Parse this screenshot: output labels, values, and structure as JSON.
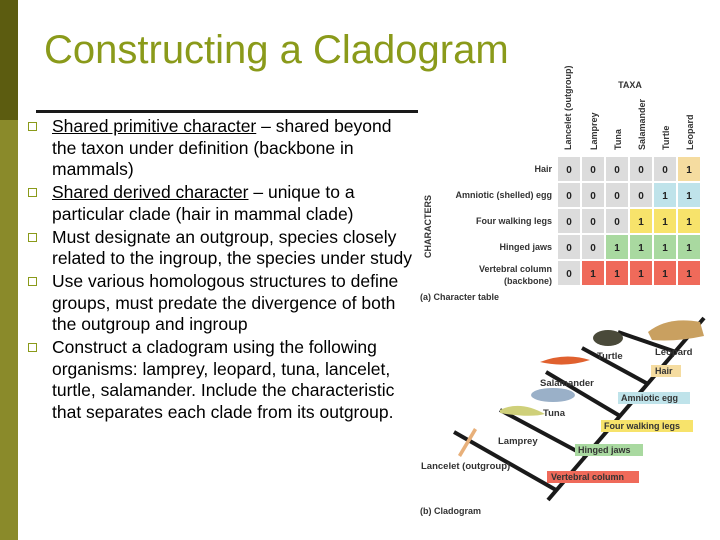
{
  "slide": {
    "title": "Constructing a Cladogram",
    "bullets": [
      {
        "term": "Shared primitive character",
        "rest": " – shared beyond the taxon under definition (backbone in mammals)"
      },
      {
        "term": "Shared derived character",
        "rest": " – unique to a particular clade (hair in mammal clade)"
      },
      {
        "term": "",
        "rest": "Must designate an outgroup, species closely related to the ingroup, the species under study"
      },
      {
        "term": "",
        "rest": "Use various homologous structures to define groups, must predate the divergence of both the outgroup and ingroup"
      },
      {
        "term": "",
        "rest": "Construct a cladogram using the following organisms: lamprey, leopard, tuna, lancelet, turtle, salamander. Include the characteristic that separates each clade from its outgroup."
      }
    ]
  },
  "figure": {
    "taxa_header": "TAXA",
    "characters_header": "CHARACTERS",
    "taxa": [
      "Lancelet (outgroup)",
      "Lamprey",
      "Tuna",
      "Salamander",
      "Turtle",
      "Leopard"
    ],
    "characters": [
      "Hair",
      "Amniotic (shelled) egg",
      "Four walking legs",
      "Hinged jaws",
      "Vertebral column (backbone)"
    ],
    "matrix": [
      [
        "0",
        "0",
        "0",
        "0",
        "0",
        "1"
      ],
      [
        "0",
        "0",
        "0",
        "0",
        "1",
        "1"
      ],
      [
        "0",
        "0",
        "0",
        "1",
        "1",
        "1"
      ],
      [
        "0",
        "0",
        "1",
        "1",
        "1",
        "1"
      ],
      [
        "0",
        "1",
        "1",
        "1",
        "1",
        "1"
      ]
    ],
    "row_colors": [
      "#f5dca0",
      "#bfe3ea",
      "#f7e36b",
      "#a9d9a0",
      "#ef6a5a"
    ],
    "table_caption": "(a) Character table",
    "cladogram_caption": "(b) Cladogram",
    "clado_taxa": [
      "Leopard",
      "Turtle",
      "Salamander",
      "Tuna",
      "Lamprey",
      "Lancelet (outgroup)"
    ],
    "clado_characters": [
      "Hair",
      "Amniotic egg",
      "Four walking legs",
      "Hinged jaws",
      "Vertebral column"
    ]
  }
}
